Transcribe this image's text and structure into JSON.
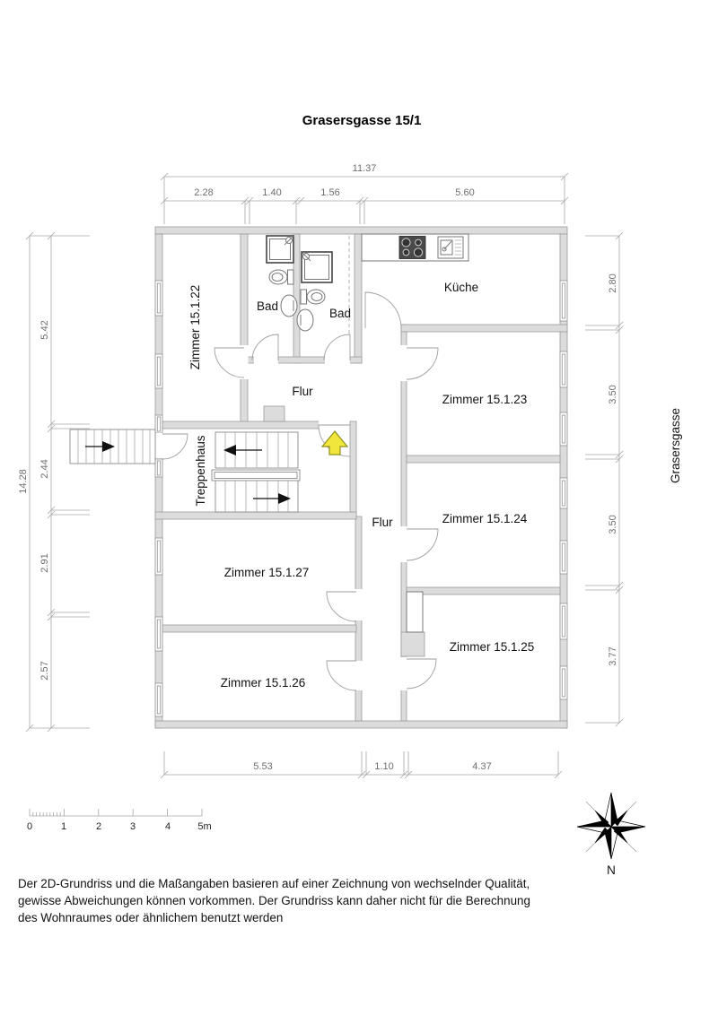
{
  "title": "Grasersgasse 15/1",
  "street_label": "Grasersgasse",
  "compass": {
    "north_label": "N"
  },
  "rooms": {
    "z22": "Zimmer 15.1.22",
    "bad1": "Bad",
    "bad2": "Bad",
    "kueche": "Küche",
    "z23": "Zimmer 15.1.23",
    "z24": "Zimmer 15.1.24",
    "z25": "Zimmer 15.1.25",
    "z26": "Zimmer 15.1.26",
    "z27": "Zimmer 15.1.27",
    "flur_top": "Flur",
    "flur_mid": "Flur",
    "treppenhaus": "Treppenhaus"
  },
  "dimensions": {
    "top": {
      "total": "11.37",
      "segments": [
        "2.28",
        "1.40",
        "1.56",
        "5.60"
      ]
    },
    "bottom": {
      "segments": [
        "5.53",
        "1.10",
        "4.37"
      ]
    },
    "left": {
      "total": "14.28",
      "segments": [
        "5.42",
        "2.44",
        "2.91",
        "2.57"
      ]
    },
    "right": {
      "segments": [
        "2.80",
        "3.50",
        "3.50",
        "3.77"
      ]
    }
  },
  "scale_bar": {
    "labels": [
      "0",
      "1",
      "2",
      "3",
      "4",
      "5m"
    ]
  },
  "disclaimer": {
    "lines": [
      "Der 2D-Grundriss und die Maßangaben basieren auf einer Zeichnung von wechselnder Qualität,",
      "gewisse Abweichungen können vorkommen. Der Grundriss kann daher nicht für die Berechnung",
      "des Wohnraumes oder ähnlichem benutzt werden"
    ]
  },
  "colors": {
    "wall_fill": "#dcdcdc",
    "outline": "#9b9b9b",
    "entrance_arrow": "#f0e63c",
    "text": "#111111",
    "dimension_text": "#6e6e6e"
  }
}
